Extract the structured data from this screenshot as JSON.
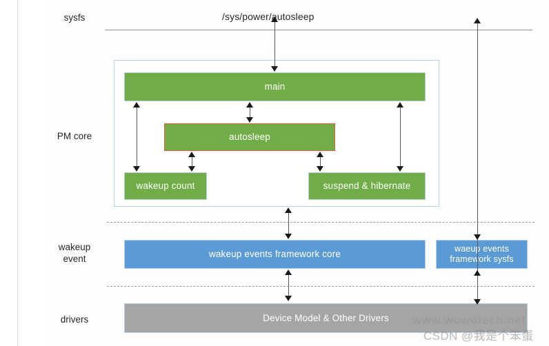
{
  "diagram": {
    "title_caption": "/sys/power/autosleep",
    "row_labels": {
      "sysfs": "sysfs",
      "pm_core": "PM core",
      "wakeup_event": "wakeup\nevent",
      "drivers": "drivers"
    },
    "boxes": {
      "main": "main",
      "autosleep": "autosleep",
      "wakeup_count": "wakeup count",
      "suspend_hibernate": "suspend & hibernate",
      "wakeup_events_framework_core": "wakeup events framework core",
      "wakeup_events_framework_sysfs": "waeup events framework sysfs",
      "drivers_bar": "Device Model & Other Drivers"
    },
    "colors": {
      "green": "#70ad47",
      "blue": "#5b9bd5",
      "gray": "#a5a5a5",
      "accent_border": "#e0603a",
      "box_border": "#b9cfe3",
      "arrow": "#595959",
      "divider": "#8f8f8f"
    }
  },
  "watermarks": {
    "site": "www.wowotech.net",
    "csdn": "CSDN @我是个笨蛋"
  }
}
